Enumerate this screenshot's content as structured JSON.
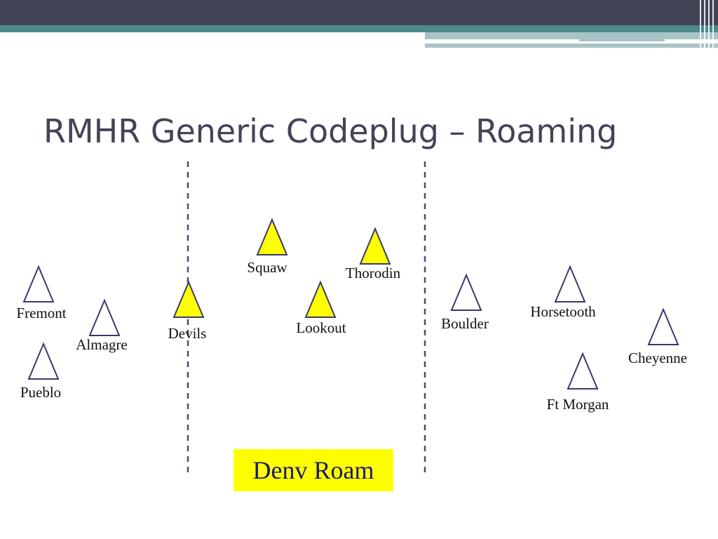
{
  "slide": {
    "title": "RMHR Generic Codeplug – Roaming"
  },
  "colors": {
    "header_dark": "#424456",
    "header_teal": "#4f8a8a",
    "header_light": "#a9c4c6",
    "active_fill": "#ffff00",
    "inactive_fill": "#ffffff",
    "triangle_stroke": "#3a3a6a",
    "divider": "#4a4a7a",
    "roam_text": "#1a1a6e"
  },
  "sites": [
    {
      "id": "fremont",
      "label": "Fremont",
      "active": false
    },
    {
      "id": "almagre",
      "label": "Almagre",
      "active": false
    },
    {
      "id": "pueblo",
      "label": "Pueblo",
      "active": false
    },
    {
      "id": "devils",
      "label": "Devils",
      "active": true
    },
    {
      "id": "squaw",
      "label": "Squaw",
      "active": true
    },
    {
      "id": "thorodin",
      "label": "Thorodin",
      "active": true
    },
    {
      "id": "lookout",
      "label": "Lookout",
      "active": true
    },
    {
      "id": "boulder",
      "label": "Boulder",
      "active": false
    },
    {
      "id": "horsetooth",
      "label": "Horsetooth",
      "active": false
    },
    {
      "id": "cheyenne",
      "label": "Cheyenne",
      "active": false
    },
    {
      "id": "ft-morgan",
      "label": "Ft Morgan",
      "active": false
    }
  ],
  "roam_zone": {
    "label": "Denv Roam"
  }
}
